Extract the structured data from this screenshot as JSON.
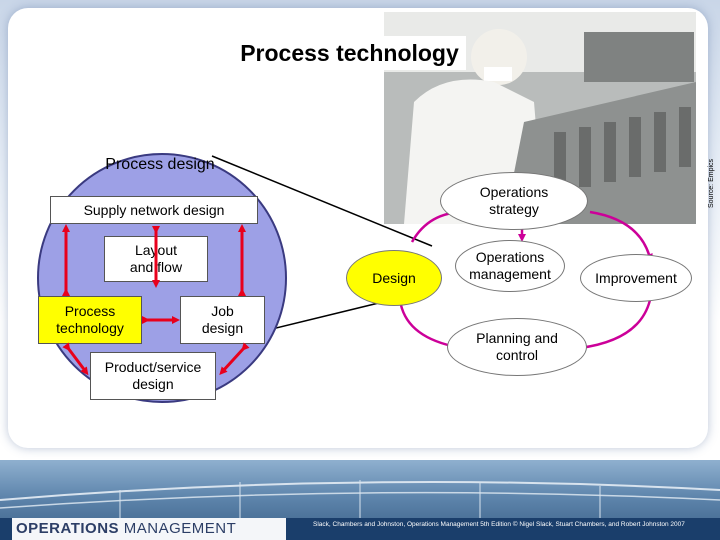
{
  "title": "Process technology",
  "photo_credit": "Source: Empics",
  "circle": {
    "title": "Process design",
    "supply_network": "Supply network design",
    "layout": "Layout\nand flow",
    "process_technology": "Process\ntechnology",
    "job_design": "Job\ndesign",
    "product_service": "Product/service\ndesign"
  },
  "right": {
    "operations_strategy": "Operations\nstrategy",
    "design": "Design",
    "operations_management": "Operations\nmanagement",
    "improvement": "Improvement",
    "planning_control": "Planning and\ncontrol"
  },
  "footer": {
    "logo_bold": "OPERATIONS",
    "logo_light": "MANAGEMENT",
    "citation": "Slack, Chambers and Johnston, Operations Management 5th Edition © Nigel Slack, Stuart Chambers, and Robert Johnston 2007"
  },
  "colors": {
    "circle": "#9da0e6",
    "highlight": "#ffff00",
    "arrow": "#e8001c"
  }
}
